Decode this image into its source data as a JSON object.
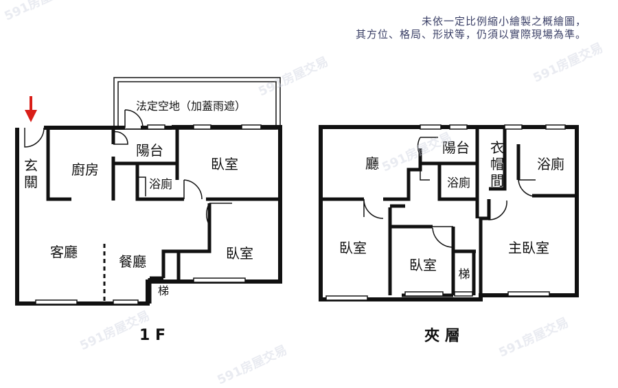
{
  "disclaimer": {
    "line1": "未依一定比例縮小繪製之概繪圖，",
    "line2": "其方位、格局、形狀等，仍須以實際現場為準。"
  },
  "watermark": "591房屋交易",
  "floor_1f": {
    "caption": "1 F",
    "rooms": {
      "entrance": "玄\n關",
      "kitchen": "廚房",
      "balcony": "陽台",
      "bedroom_a": "臥室",
      "bath": "浴廁",
      "living": "客廳",
      "dining": "餐廳",
      "bedroom_b": "臥室",
      "stairs": "梯"
    },
    "open_space": "法定空地（加蓋雨遮）"
  },
  "floor_mezz": {
    "caption": "夾 層",
    "rooms": {
      "hall": "廳",
      "balcony": "陽台",
      "closet": "衣\n帽\n間",
      "bath_top": "浴廁",
      "bath": "浴廁",
      "bedroom_left": "臥室",
      "bedroom_mid": "臥室",
      "stairs": "梯",
      "master": "主臥室"
    }
  },
  "colors": {
    "wall": "#111111",
    "arrow": "#d91e18",
    "note_text": "#3a3f66"
  }
}
